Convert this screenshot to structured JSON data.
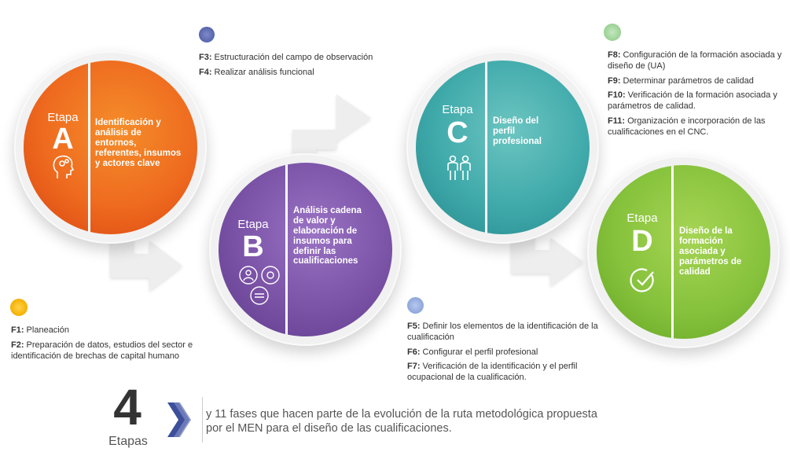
{
  "stages": [
    {
      "label": "Etapa",
      "letter": "A",
      "text": "Identificación y análisis de entornos, referentes, insumos y actores clave",
      "icon": "head-gears-icon",
      "color": "#e8541a",
      "dot_color": "#f5b800",
      "phases": [
        {
          "code": "F1:",
          "text": " Planeación"
        },
        {
          "code": "F2:",
          "text": " Preparación de datos, estudios del sector e identificación de brechas de capital humano"
        }
      ]
    },
    {
      "label": "Etapa",
      "letter": "B",
      "text": "Análisis cadena de valor y elaboración de insumos para definir las cualificaciones",
      "icon": "people-gears-icon",
      "color": "#7c55a8",
      "dot_color": "#5f6db2",
      "phases": [
        {
          "code": "F3:",
          "text": " Estructuración del campo de observación"
        },
        {
          "code": "F4:",
          "text": " Realizar análisis funcional"
        }
      ]
    },
    {
      "label": "Etapa",
      "letter": "C",
      "text": "Diseño del perfil profesional",
      "icon": "two-people-icon",
      "color": "#3aa6a8",
      "dot_color": "#8fa9dc",
      "phases": [
        {
          "code": "F5:",
          "text": " Definir los elementos de la identificación de la cualificación"
        },
        {
          "code": "F6:",
          "text": " Configurar el perfil profesional"
        },
        {
          "code": "F7:",
          "text": " Verificación de la identificación y el perfil ocupacional de la cualificación."
        }
      ]
    },
    {
      "label": "Etapa",
      "letter": "D",
      "text": "Diseño de la formación asociada y parámetros de calidad",
      "icon": "checkmark-icon",
      "color": "#8cc63e",
      "dot_color": "#9fd49a",
      "phases": [
        {
          "code": "F8:",
          "text": " Configuración de la formación asociada y diseño de (UA)"
        },
        {
          "code": "F9:",
          "text": " Determinar parámetros de calidad"
        },
        {
          "code": "F10:",
          "text": " Verificación de la formación asociada y parámetros de calidad."
        },
        {
          "code": "F11:",
          "text": " Organización e incorporación de las cualificaciones en el CNC."
        }
      ]
    }
  ],
  "footer": {
    "number": "4",
    "word": "Etapas",
    "text": "y 11 fases que hacen parte de la evolución de la ruta metodológica propuesta por el MEN para el diseño de las cualificaciones.",
    "chevron_color": "#3d4f9a"
  }
}
